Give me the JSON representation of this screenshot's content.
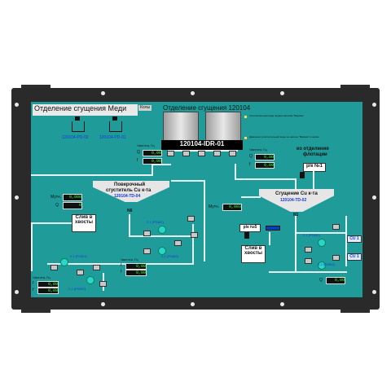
{
  "screen": {
    "title": "Отделение сгущения Меди",
    "title_button": "Колы",
    "center_title": "Отделение сгущения 120104",
    "legend_note_1": "Уплотнительная вода подана насосам \"Варман\"",
    "legend_note_2": "Давление уплотнительной воды на насосы \"Варман\" в норме"
  },
  "feeder": {
    "label": "120104-IDR-01"
  },
  "pd": {
    "left": "120104-PD-02",
    "right": "120104-PD-01"
  },
  "thickener_left": {
    "title_line1": "Поверочный",
    "title_line2": "сгуститель Cu к-та",
    "tag": "120104-TD-04",
    "zone": "N6"
  },
  "thickener_right": {
    "title": "Сгущение Cu к-та",
    "tag": "120104-TD-02",
    "zone": "N1"
  },
  "freq_panel_top": {
    "header": "Частота, Гц",
    "row1_label": "Q",
    "row1_value": "0,00",
    "row2_label": "f",
    "row2_value": "0,00"
  },
  "freq_panel_right": {
    "header": "Частота, Гц",
    "row1_label": "Q",
    "row1_value": "0,00",
    "row2_label": "f",
    "row2_value": "0,00"
  },
  "freq_panel_mid": {
    "header": "Частота, Гц",
    "row1_label": "f",
    "row1_value": "0,00",
    "row2_label": "f",
    "row2_value": "0,00"
  },
  "freq_panel_bottom_left": {
    "header": "Частота, Гц",
    "row1_label": "f",
    "row1_value": "0,00",
    "row2_label": "f",
    "row2_value": "0,00"
  },
  "turbidity_left": {
    "label": "Мутн.",
    "value": "0,000",
    "flow_label": "Q",
    "flow_value": "0"
  },
  "turbidity_right": {
    "label": "Мутн.",
    "value": "0,003"
  },
  "flotation": {
    "line1": "из отделения",
    "line2": "флотации",
    "pk_label": "р/к №1"
  },
  "buttons": {
    "tailings_left_1": "Слив в",
    "tailings_left_2": "хвосты",
    "tailings_right_1": "Слив в",
    "tailings_right_2": "хвосты",
    "pk5": "р/к №5"
  },
  "pumps": {
    "p1": "2.1 (P0381)",
    "p2": "2.2 (P0382)",
    "p3": "2.1 (P0391)",
    "p4": "2.2 (P0392)",
    "p5": "2.1 (P0351)",
    "p6": "2.2 (P0352)"
  },
  "cu_buttons": {
    "cu1": "CU 1",
    "cu2": "CU 1"
  },
  "bottom_right": {
    "label": "Q",
    "value": "0,00"
  },
  "colors": {
    "screen_bg": "#1f9c9a",
    "frame": "#2a2a2a",
    "display_text": "#36ff36",
    "tag_blue": "#1838d8"
  }
}
